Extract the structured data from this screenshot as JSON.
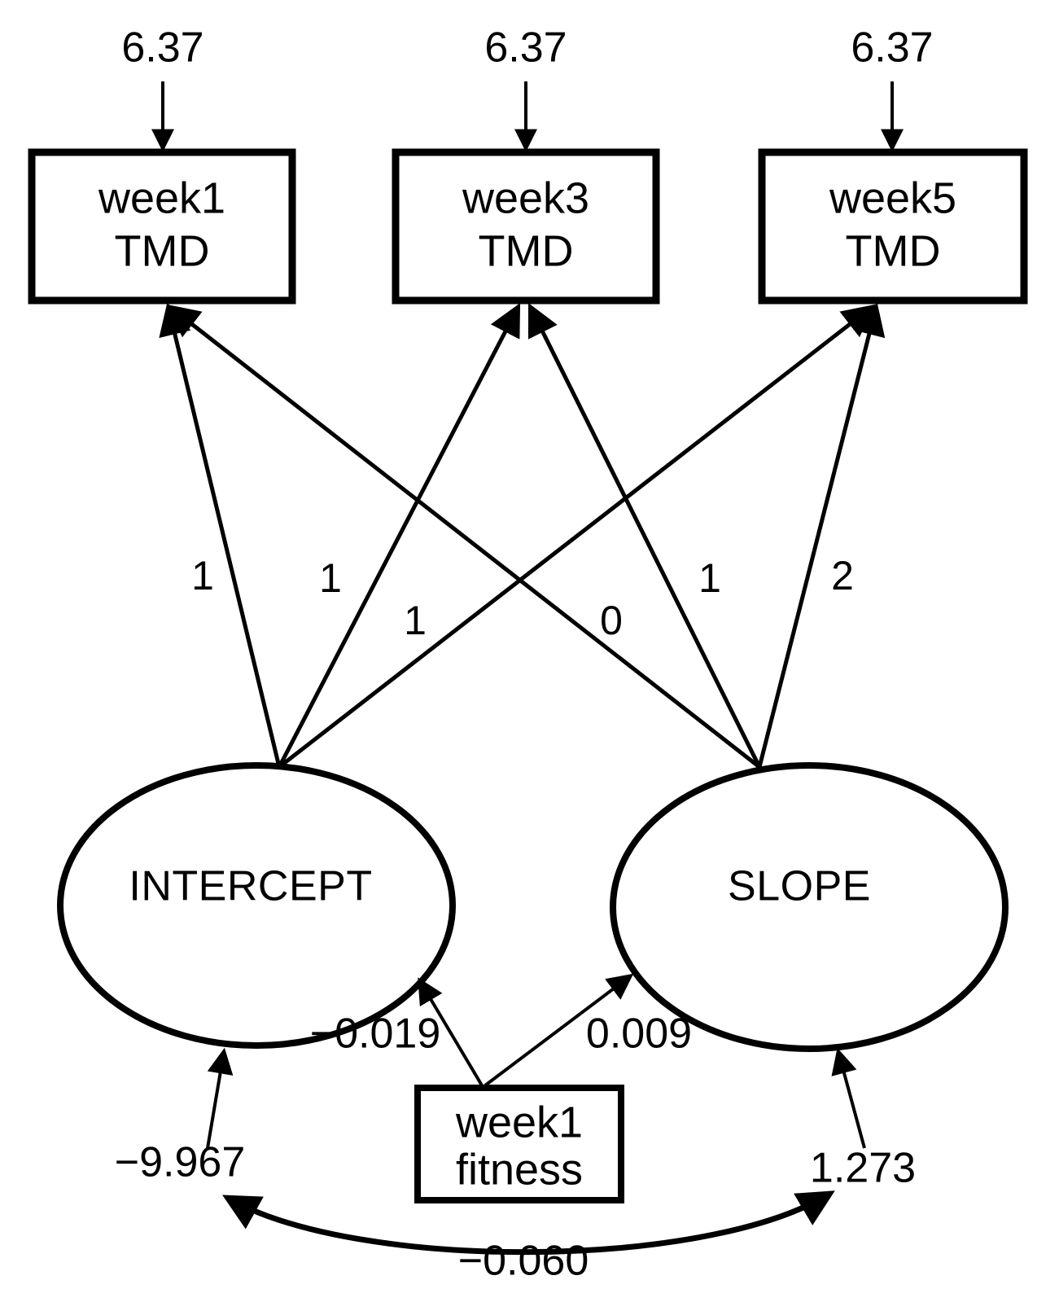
{
  "diagram": {
    "type": "latent-growth-curve-sem-path-diagram",
    "indicators": [
      {
        "id": "week1_tmd",
        "line1": "week1",
        "line2": "TMD",
        "residual": "6.37"
      },
      {
        "id": "week3_tmd",
        "line1": "week3",
        "line2": "TMD",
        "residual": "6.37"
      },
      {
        "id": "week5_tmd",
        "line1": "week5",
        "line2": "TMD",
        "residual": "6.37"
      }
    ],
    "latents": [
      {
        "id": "intercept",
        "label": "INTERCEPT",
        "mean": "−9.967"
      },
      {
        "id": "slope",
        "label": "SLOPE",
        "mean": "1.273"
      }
    ],
    "covariate": {
      "id": "week1_fitness",
      "line1": "week1",
      "line2": "fitness"
    },
    "loadings": [
      {
        "from": "intercept",
        "to": "week1_tmd",
        "value": "1"
      },
      {
        "from": "slope",
        "to": "week1_tmd",
        "value": "1"
      },
      {
        "from": "intercept",
        "to": "week3_tmd",
        "value": "1"
      },
      {
        "from": "slope",
        "to": "week3_tmd",
        "value": "0"
      },
      {
        "from": "intercept",
        "to": "week5_tmd",
        "value": "1"
      },
      {
        "from": "slope",
        "to": "week5_tmd",
        "value": "2"
      }
    ],
    "regressions": [
      {
        "from": "week1_fitness",
        "to": "intercept",
        "value": "−0.019"
      },
      {
        "from": "week1_fitness",
        "to": "slope",
        "value": "0.009"
      }
    ],
    "covariance": {
      "between": [
        "intercept",
        "slope"
      ],
      "value": "−0.060"
    },
    "colors": {
      "stroke": "#000000",
      "fill": "#ffffff",
      "text": "#000000"
    }
  }
}
